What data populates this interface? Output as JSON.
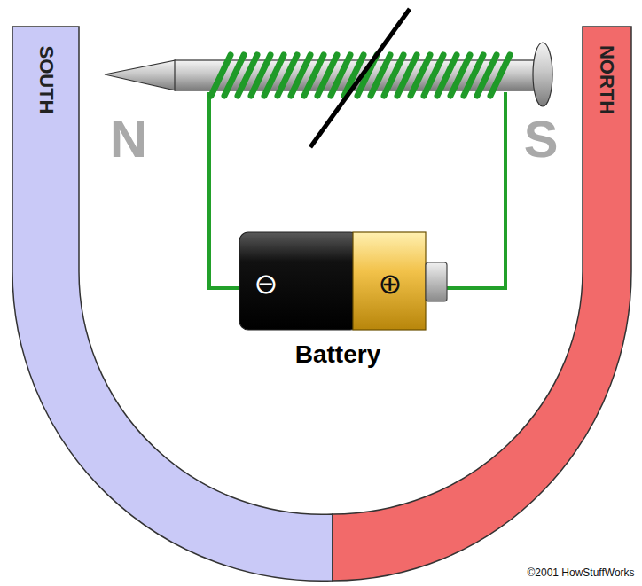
{
  "diagram": {
    "nodes": [
      {
        "text": [
          "SOUTH"
        ]
      },
      {
        "text": [
          "NORTH"
        ]
      },
      {
        "text": [
          "⊖",
          "⊕",
          "Battery"
        ]
      }
    ],
    "labels": [
      "N",
      "S",
      "©2001 HowStuffWorks"
    ]
  }
}
